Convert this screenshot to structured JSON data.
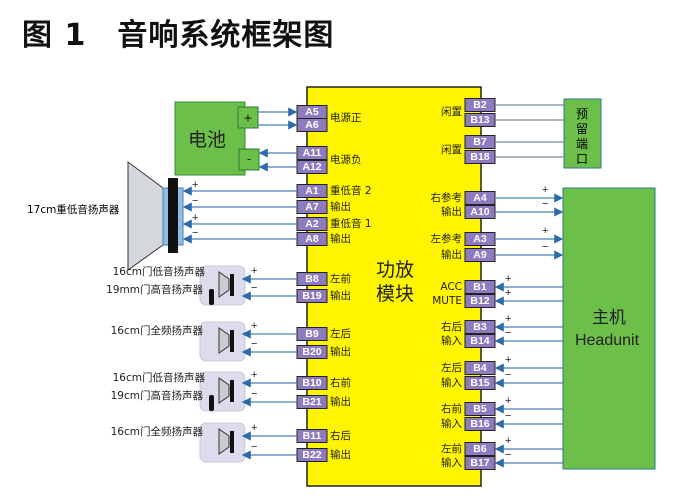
{
  "title": "图 1　音响系统框架图",
  "colors": {
    "amp": "#fff500",
    "battery": "#6cc04a",
    "headunit": "#6cc04a",
    "pin": "#8e7bbf",
    "wire": "#4a7fb0"
  },
  "amp": {
    "line1": "功放",
    "line2": "模块"
  },
  "battery": {
    "label": "电池",
    "plus": "+",
    "minus": "-"
  },
  "reserve": {
    "chars": [
      "预",
      "留",
      "端",
      "口"
    ]
  },
  "headunit": {
    "line1": "主机",
    "line2": "Headunit"
  },
  "left_pins": [
    "A5",
    "A6",
    "A11",
    "A12",
    "A1",
    "A7",
    "A2",
    "A8",
    "B8",
    "B19",
    "B9",
    "B20",
    "B10",
    "B21",
    "B11",
    "B22"
  ],
  "left_labels": [
    "电源正",
    "电源负",
    "重低音 2",
    "输出",
    "重低音 1",
    "输出",
    "左前",
    "输出",
    "左后",
    "输出",
    "右前",
    "输出",
    "右后",
    "输出"
  ],
  "right_pins": [
    "B2",
    "B13",
    "B7",
    "B18",
    "A4",
    "A10",
    "A3",
    "A9",
    "B1",
    "B12",
    "B3",
    "B14",
    "B4",
    "B15",
    "B5",
    "B16",
    "B6",
    "B17"
  ],
  "right_labels": [
    "闲置",
    "闲置",
    "右参考",
    "输出",
    "左参考",
    "输出",
    "ACC",
    "MUTE",
    "右后",
    "输入",
    "左后",
    "输入",
    "右前",
    "输入",
    "左前",
    "输入"
  ],
  "speakers": {
    "sub": "17cm重低音扬声器",
    "lf_woofer": "16cm门低音扬声器",
    "lf_tweeter": "19mm门高音扬声器",
    "lr_full": "16cm门全频扬声器",
    "rf_woofer": "16cm门低音扬声器",
    "rf_tweeter": "19cm门高音扬声器",
    "rr_full": "16cm门全频扬声器"
  },
  "signs": {
    "plus": "+",
    "minus": "−"
  }
}
